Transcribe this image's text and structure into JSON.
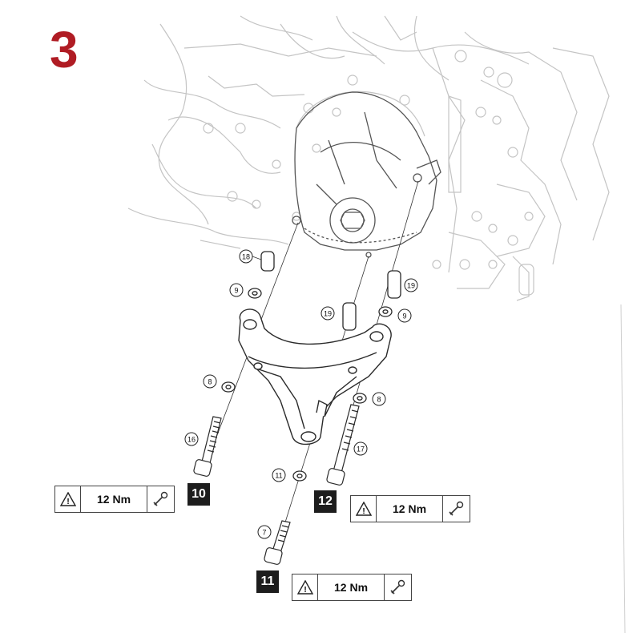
{
  "step": {
    "number": "3",
    "color": "#b01c24"
  },
  "callouts": [
    "18",
    "9",
    "19",
    "19",
    "9",
    "8",
    "8",
    "16",
    "17",
    "11",
    "7"
  ],
  "steps": [
    "10",
    "12",
    "11"
  ],
  "torque": [
    {
      "value": "12 Nm",
      "icon": "warning-icon",
      "tool": "torque-wrench-icon"
    },
    {
      "value": "12 Nm",
      "icon": "warning-icon",
      "tool": "torque-wrench-icon"
    },
    {
      "value": "12 Nm",
      "icon": "warning-icon",
      "tool": "torque-wrench-icon"
    }
  ],
  "colors": {
    "engine_lines": "#bfbfbf",
    "part_lines": "#2a2a2a",
    "label_box": "#1d1d1d"
  }
}
